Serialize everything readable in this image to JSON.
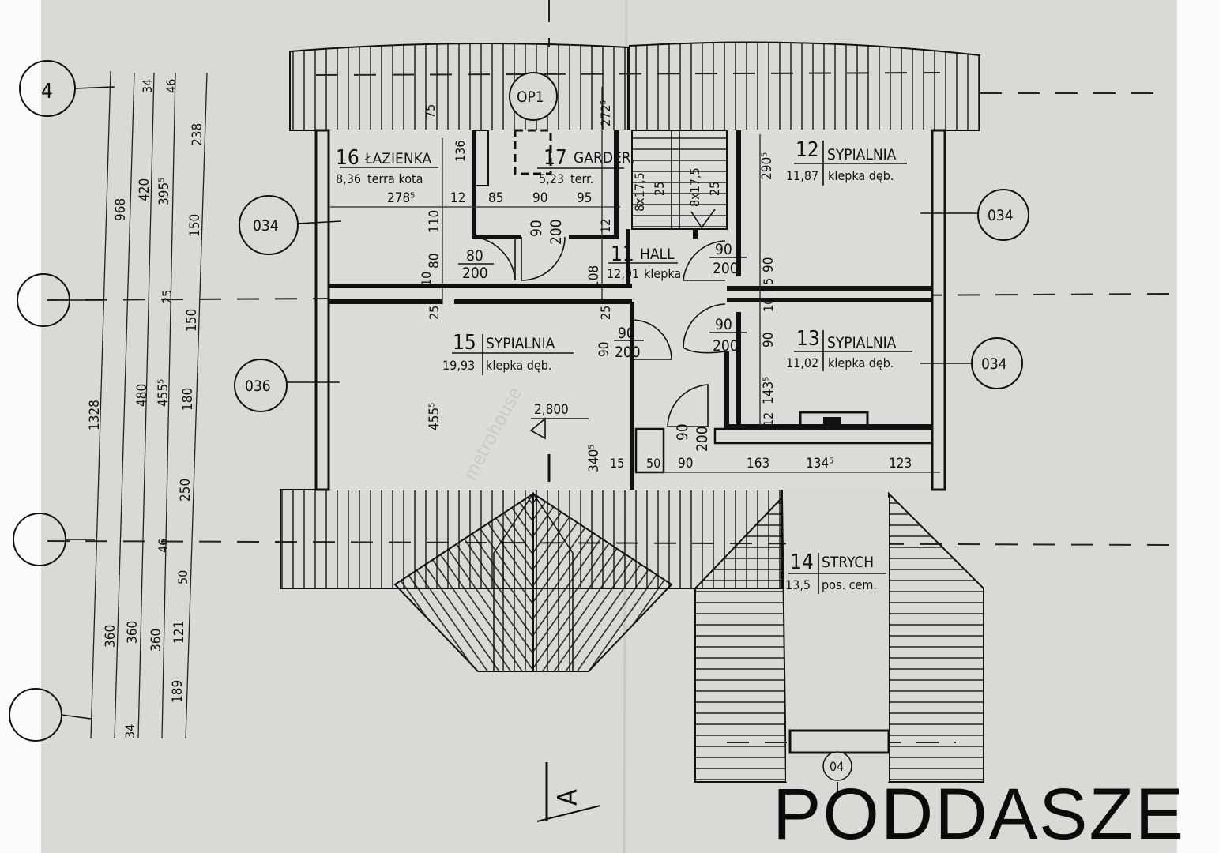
{
  "drawing_title": "PODDASZE",
  "section_marker": "A",
  "north_circle": "04",
  "elevation": "2,800",
  "watermark": "metrohouse",
  "rooms": [
    {
      "number": "16",
      "name": "ŁAZIENKA",
      "area": "8,36",
      "floor": "terra kota"
    },
    {
      "number": "17",
      "name": "GARDER.",
      "area": "5,23",
      "floor": "terr."
    },
    {
      "number": "11",
      "name": "HALL",
      "area": "12,91",
      "floor": "klepka"
    },
    {
      "number": "12",
      "name": "SYPIALNIA",
      "area": "11,87",
      "floor": "klepka dęb."
    },
    {
      "number": "13",
      "name": "SYPIALNIA",
      "area": "11,02",
      "floor": "klepka dęb."
    },
    {
      "number": "15",
      "name": "SYPIALNIA",
      "area": "19,93",
      "floor": "klepka dęb."
    },
    {
      "number": "14",
      "name": "STRYCH",
      "area": "13,5",
      "floor": "pos. cem."
    }
  ],
  "window_tags": [
    "034",
    "034",
    "036",
    "034",
    "OP1"
  ],
  "axis_tags": [
    "4"
  ],
  "doors": [
    {
      "w": "80",
      "h": "200"
    },
    {
      "w": "90",
      "h": "200"
    },
    {
      "w": "90",
      "h": "200"
    },
    {
      "w": "90",
      "h": "200"
    },
    {
      "w": "90",
      "h": "200"
    },
    {
      "w": "90",
      "h": "200"
    }
  ],
  "stairs": [
    {
      "steps": "8x17,5",
      "tread": "25"
    },
    {
      "steps": "8x17,5",
      "tread": "25"
    }
  ],
  "dims_left": [
    "1328",
    "360",
    "968",
    "360",
    "420",
    "480",
    "360",
    "395⁵",
    "455⁵",
    "238",
    "150",
    "150",
    "180",
    "250",
    "121",
    "189",
    "34",
    "46",
    "25",
    "46",
    "50",
    "34"
  ],
  "dims_plan": [
    "278⁵",
    "12",
    "85",
    "90",
    "95",
    "110",
    "80",
    "10",
    "136",
    "108",
    "12",
    "25",
    "25",
    "90",
    "455⁵",
    "340⁵",
    "290⁵",
    "90",
    "15",
    "10",
    "90",
    "143⁵",
    "12",
    "15",
    "50",
    "90",
    "163",
    "134⁵",
    "123",
    "75",
    "272⁵"
  ]
}
